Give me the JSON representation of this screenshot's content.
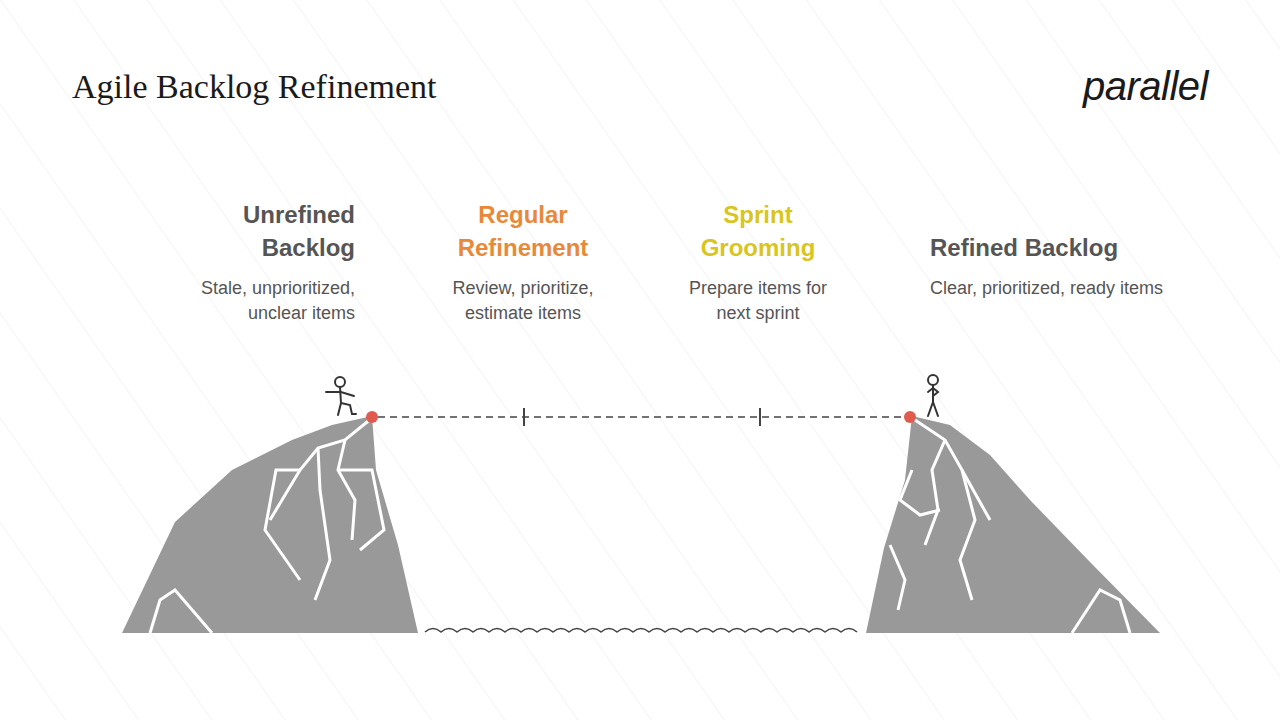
{
  "diagram": {
    "title": "Agile Backlog Refinement",
    "nodes": [
      {
        "text": [
          "Unrefined Backlog",
          "Stale, unprioritized, unclear items"
        ]
      },
      {
        "text": [
          "Regular Refinement",
          "Review, prioritize, estimate items"
        ]
      },
      {
        "text": [
          "Sprint Grooming",
          "Prepare items for next sprint"
        ]
      },
      {
        "text": [
          "Refined Backlog",
          "Clear, prioritized, ready items"
        ]
      }
    ],
    "labels": [
      "parallel"
    ]
  }
}
